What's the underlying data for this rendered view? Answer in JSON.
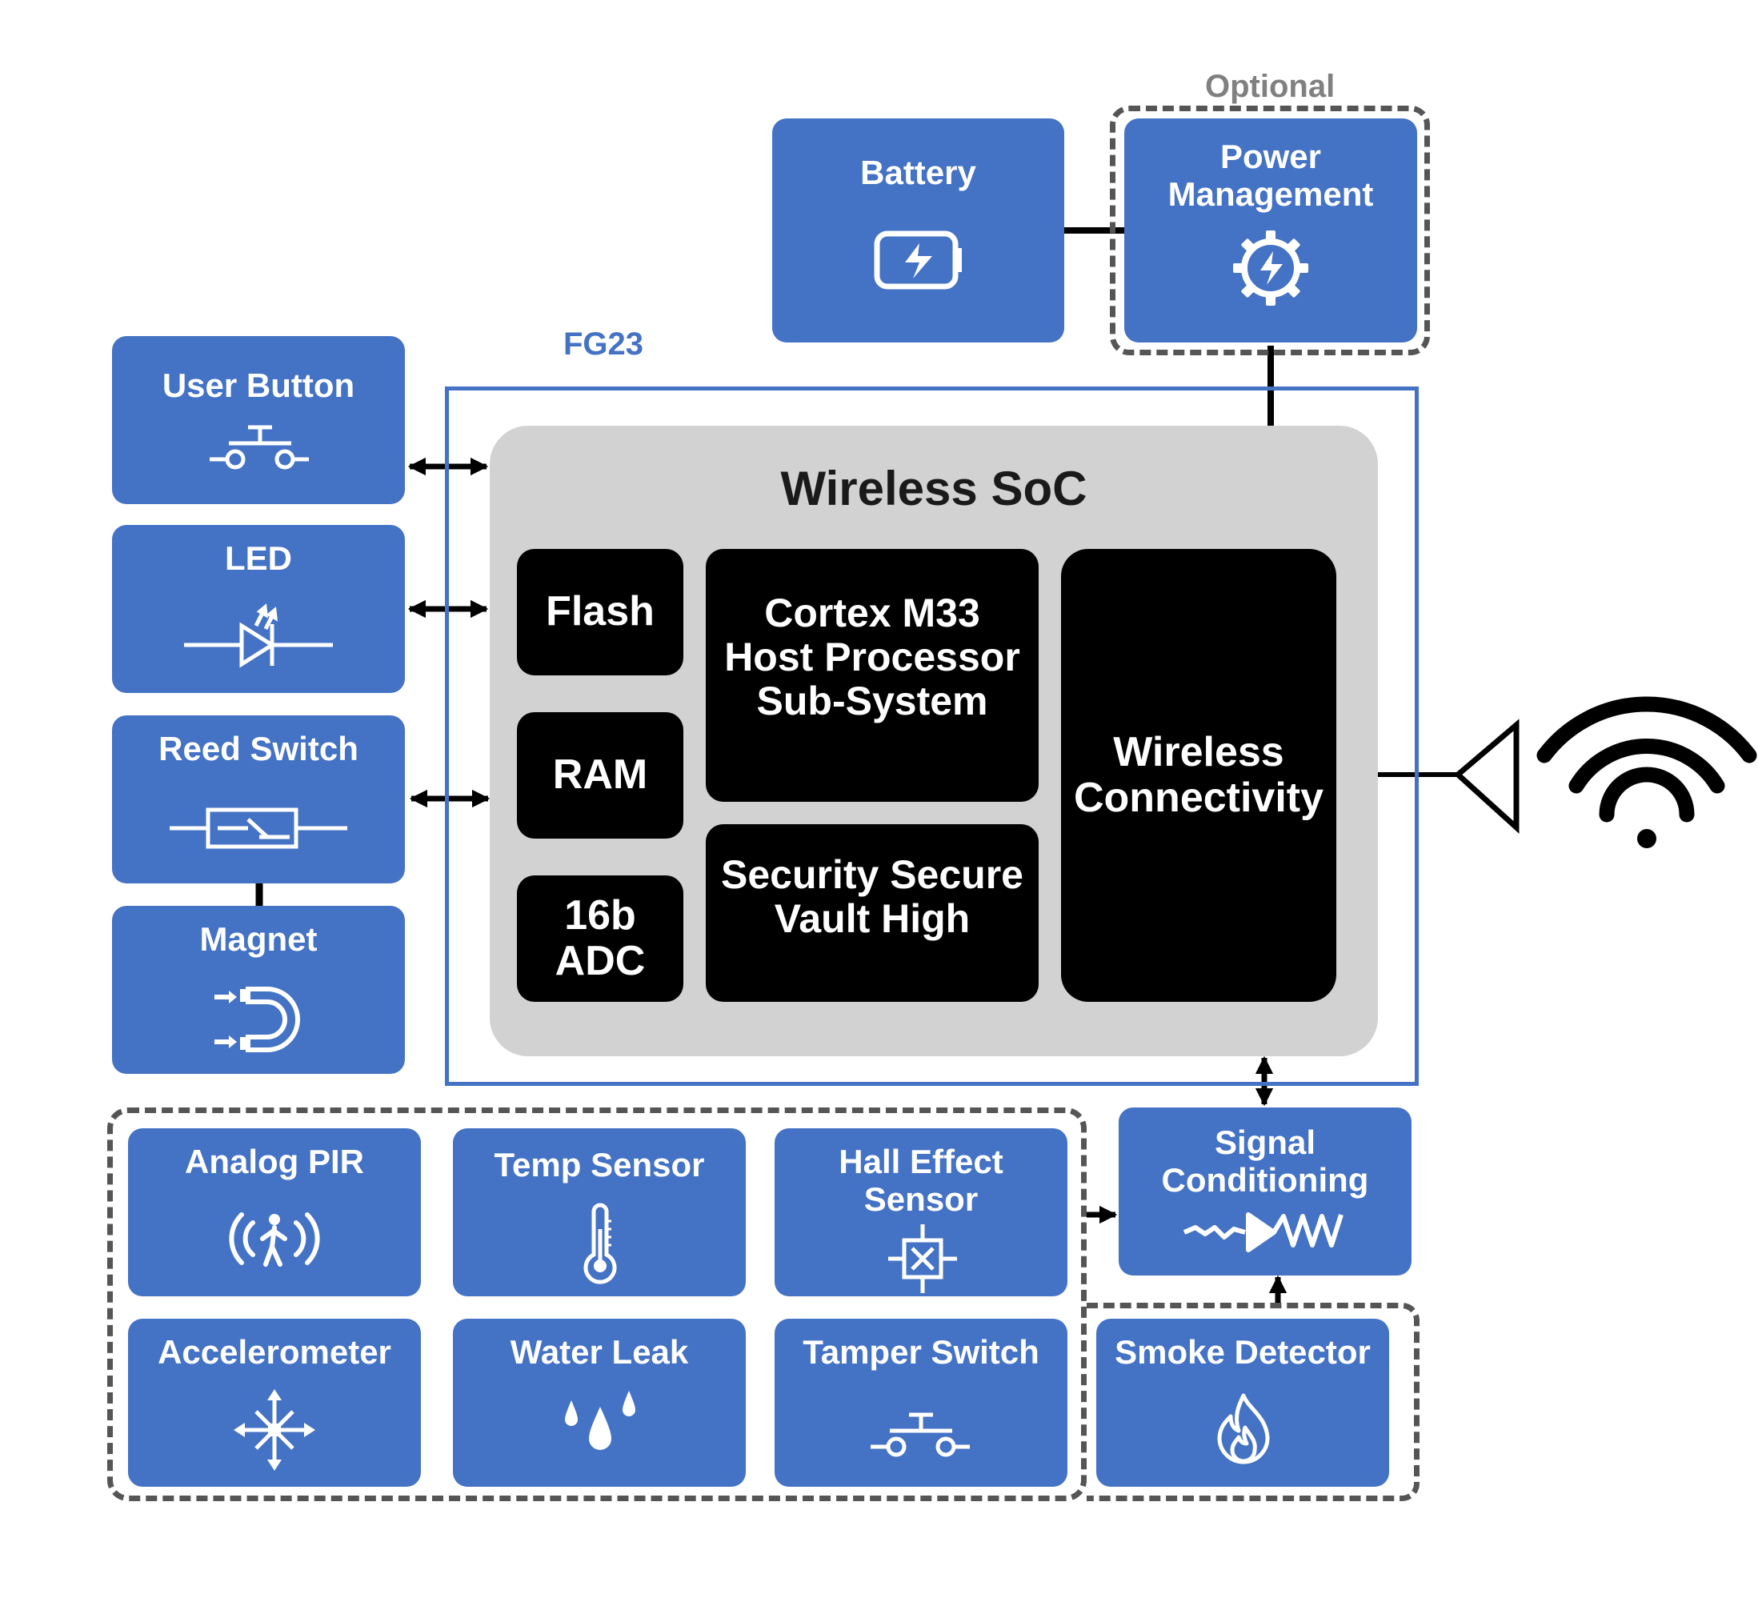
{
  "diagram": {
    "optional_label": "Optional",
    "fg23_label": "FG23",
    "battery": {
      "label": "Battery",
      "icon": "battery-charging-icon"
    },
    "power_management": {
      "label": "Power\nManagement",
      "icon": "power-gear-icon"
    },
    "soc": {
      "title": "Wireless SoC",
      "flash": "Flash",
      "ram": "RAM",
      "adc": "16b\nADC",
      "cortex": "Cortex M33\nHost Processor\nSub-System",
      "security": "Security Secure\nVault High",
      "wireless": "Wireless\nConnectivity"
    },
    "inputs": {
      "user_button": {
        "label": "User Button",
        "icon": "push-button-icon"
      },
      "led": {
        "label": "LED",
        "icon": "led-diode-icon"
      },
      "reed_switch": {
        "label": "Reed Switch",
        "icon": "reed-switch-icon"
      },
      "magnet": {
        "label": "Magnet",
        "icon": "magnet-icon"
      }
    },
    "signal_conditioning": {
      "label": "Signal\nConditioning",
      "icon": "signal-amplifier-icon"
    },
    "sensors": {
      "analog_pir": {
        "label": "Analog PIR",
        "icon": "motion-person-icon"
      },
      "temp_sensor": {
        "label": "Temp Sensor",
        "icon": "thermometer-icon"
      },
      "hall_effect": {
        "label": "Hall Effect\nSensor",
        "icon": "hall-sensor-icon"
      },
      "accelerometer": {
        "label": "Accelerometer",
        "icon": "axes-arrows-icon"
      },
      "water_leak": {
        "label": "Water Leak",
        "icon": "water-drops-icon"
      },
      "tamper_switch": {
        "label": "Tamper Switch",
        "icon": "push-button-icon"
      },
      "smoke_detector": {
        "label": "Smoke Detector",
        "icon": "flame-icon"
      }
    },
    "antenna": {
      "icon": "antenna-icon"
    },
    "wifi": {
      "icon": "wifi-icon"
    },
    "colors": {
      "block": "#4472c4",
      "chip": "#000000",
      "soc_bg": "#d2d2d2",
      "fg23_label": "#4472c4",
      "optional_label": "#808080",
      "dash": "#555555"
    }
  }
}
